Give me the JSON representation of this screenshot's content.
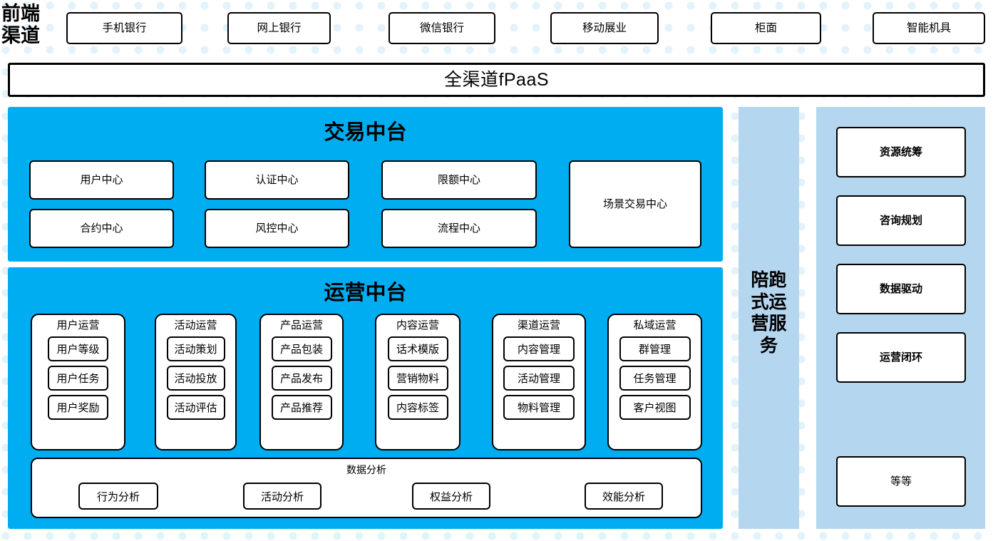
{
  "colors": {
    "panel_blue": "#00ADF0",
    "light_blue": "#B4D6EF",
    "dot_blue": "#E2F3FC",
    "box_white": "#FFFFFF",
    "line_black": "#000000"
  },
  "front_channel": {
    "label": "前端\n渠道",
    "boxes": [
      {
        "label": "手机银行"
      },
      {
        "label": "网上银行"
      },
      {
        "label": "微信银行"
      },
      {
        "label": "移动展业"
      },
      {
        "label": "柜面"
      },
      {
        "label": "智能机具"
      }
    ]
  },
  "fpaas_bar": {
    "label": "全渠道fPaaS"
  },
  "transaction_center": {
    "title": "交易中台",
    "grid": [
      {
        "label": "用户中心"
      },
      {
        "label": "认证中心"
      },
      {
        "label": "限额中心"
      },
      {
        "label": "合约中心"
      },
      {
        "label": "风控中心"
      },
      {
        "label": "流程中心"
      }
    ],
    "wide_box": {
      "label": "场景交易中心"
    }
  },
  "operation_center": {
    "title": "运营中台",
    "columns": [
      {
        "title": "用户运营",
        "items": [
          "用户等级",
          "用户任务",
          "用户奖励"
        ]
      },
      {
        "title": "活动运营",
        "items": [
          "活动策划",
          "活动投放",
          "活动评估"
        ]
      },
      {
        "title": "产品运营",
        "items": [
          "产品包装",
          "产品发布",
          "产品推荐"
        ]
      },
      {
        "title": "内容运营",
        "items": [
          "话术模版",
          "营销物料",
          "内容标签"
        ]
      },
      {
        "title": "渠道运营",
        "items": [
          "内容管理",
          "活动管理",
          "物料管理"
        ]
      },
      {
        "title": "私域运营",
        "items": [
          "群管理",
          "任务管理",
          "客户视图"
        ]
      }
    ],
    "data_analysis": {
      "title": "数据分析",
      "items": [
        "行为分析",
        "活动分析",
        "权益分析",
        "效能分析"
      ]
    }
  },
  "accompany_column": {
    "label": "陪跑\n式运\n营服\n务"
  },
  "service_column": {
    "boxes": [
      {
        "label": "资源统筹",
        "bold": true
      },
      {
        "label": "咨询规划",
        "bold": true
      },
      {
        "label": "数据驱动",
        "bold": true
      },
      {
        "label": "运营闭环",
        "bold": true
      },
      {
        "label": "等等",
        "bold": false
      }
    ]
  }
}
